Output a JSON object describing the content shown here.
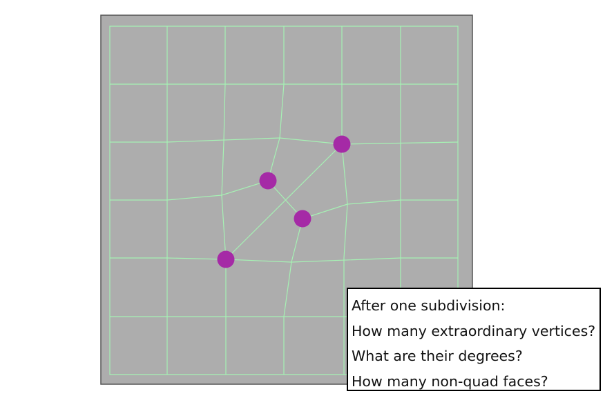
{
  "colors": {
    "panel_fill": "#adadad",
    "panel_border": "#555555",
    "grid_line": "#a6f2b4",
    "vertex_fill": "#a52aa6"
  },
  "question": {
    "line1": "After one subdivision:",
    "line2": "How many extraordinary vertices?",
    "line3": "What are their degrees?",
    "line4": "How many non-quad faces?"
  }
}
